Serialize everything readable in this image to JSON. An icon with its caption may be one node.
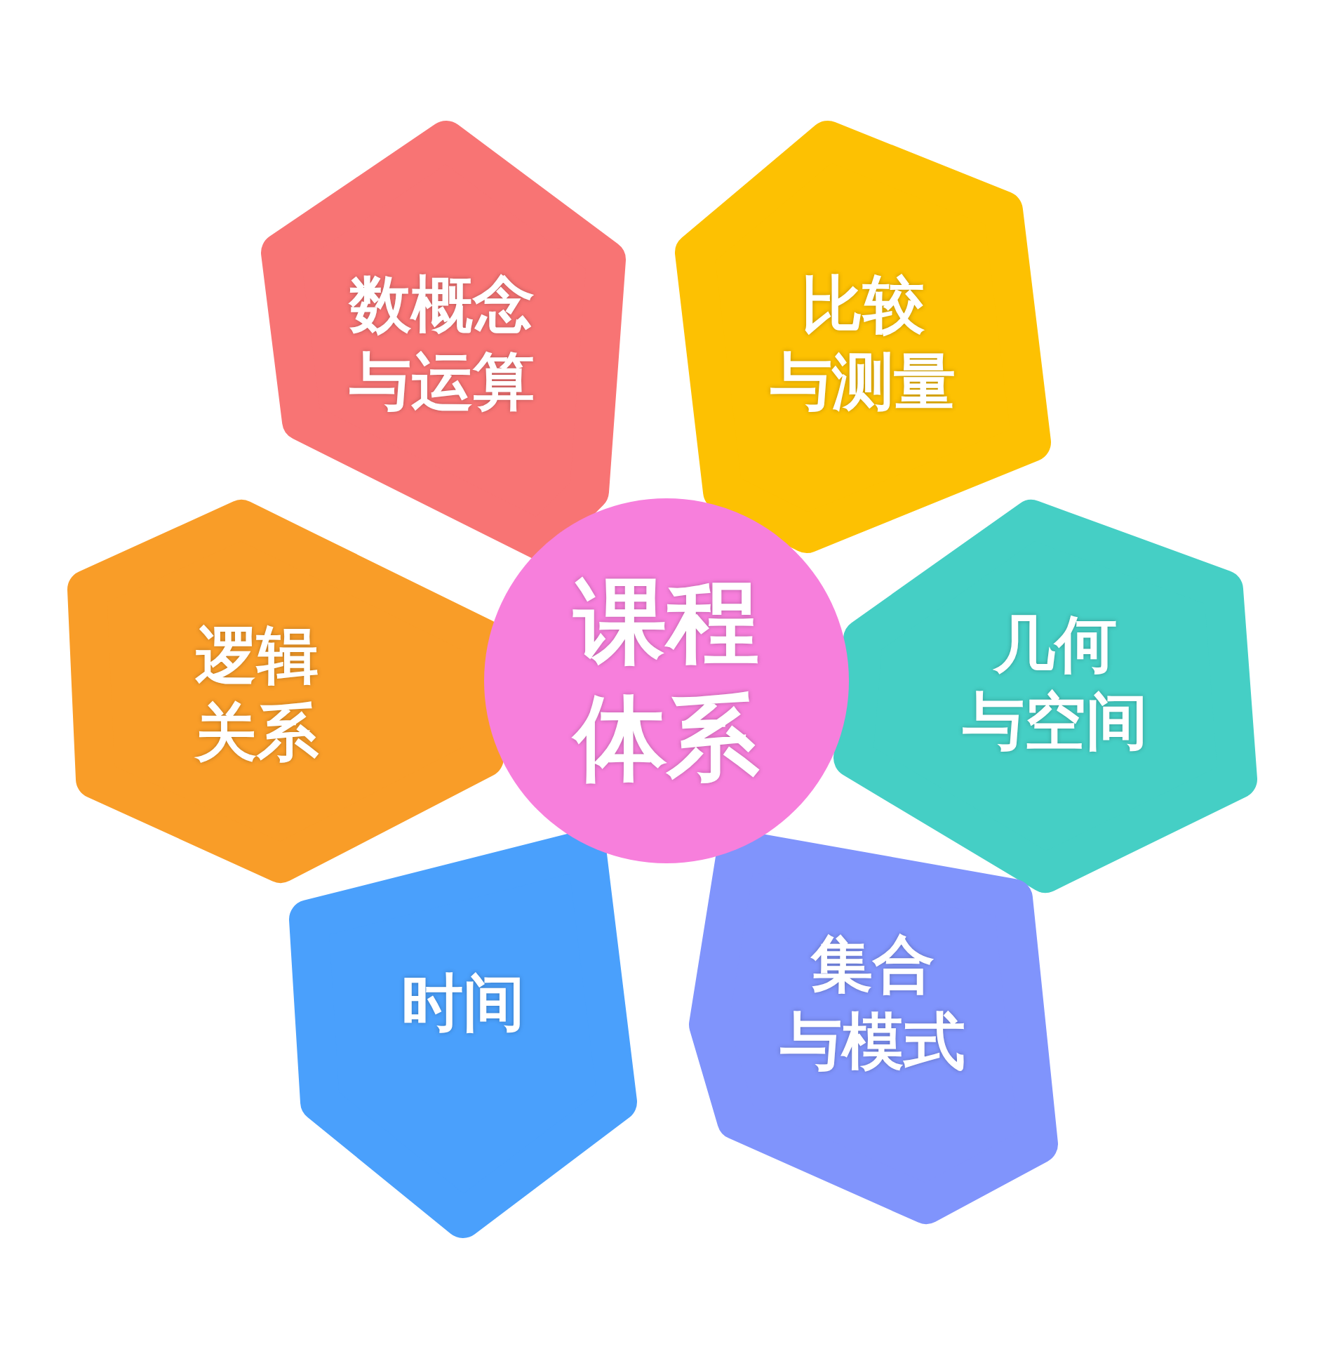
{
  "diagram": {
    "nodes": [
      {
        "text": [
          "课程体系"
        ]
      },
      {
        "text": [
          "数概念与运算"
        ]
      },
      {
        "text": [
          "比较与测量"
        ]
      },
      {
        "text": [
          "几何与空间"
        ]
      },
      {
        "text": [
          "集合与模式"
        ]
      },
      {
        "text": [
          "时间"
        ]
      },
      {
        "text": [
          "逻辑关系"
        ]
      }
    ]
  }
}
